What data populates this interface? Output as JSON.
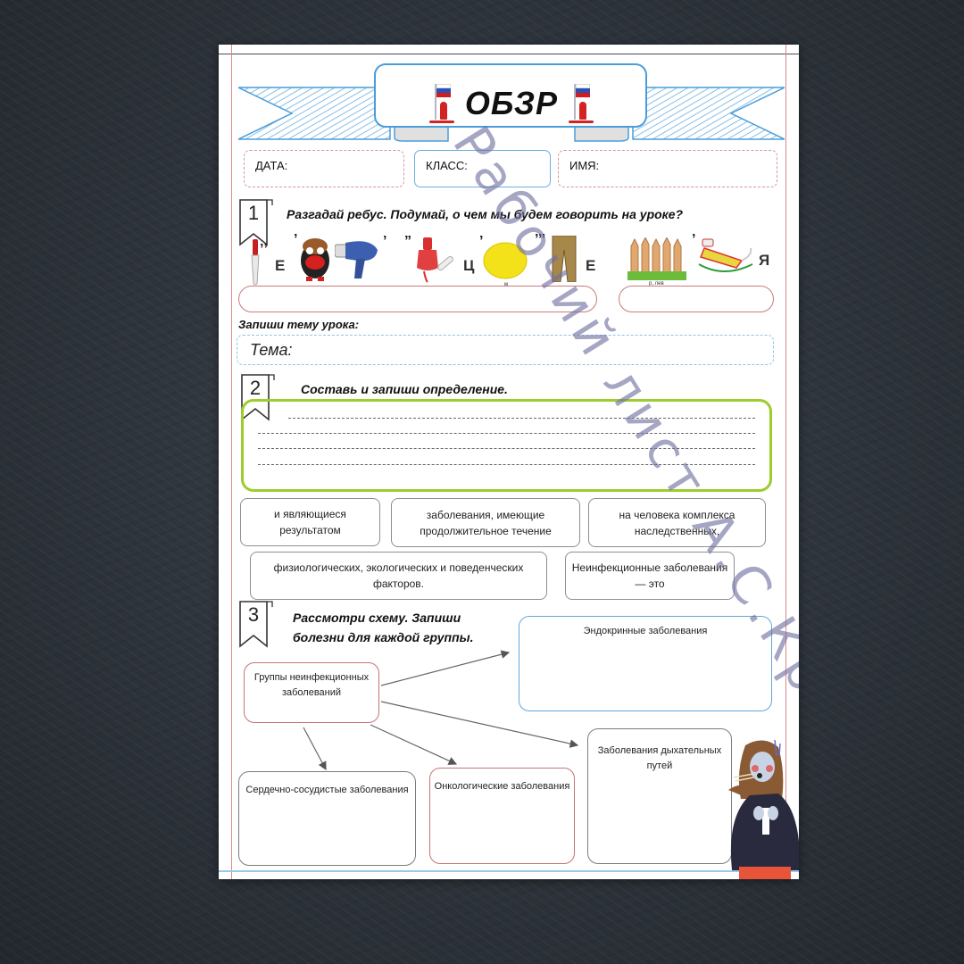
{
  "header": {
    "subject_title": "ОБЗР",
    "flag_icon": "russian-flag-soldier-icon"
  },
  "info_fields": {
    "date_label": "ДАТА:",
    "class_label": "КЛАСС:",
    "name_label": "ИМЯ:"
  },
  "task1": {
    "number": "1",
    "title": "Разгадай ребус. Подумай, о чем мы будем говорить на уроке?",
    "rebus_word1": [
      {
        "type": "image",
        "icon": "knife-icon",
        "commas": "‚‚"
      },
      {
        "type": "letter",
        "value": "Е"
      },
      {
        "type": "image",
        "icon": "penguin-pilot-icon",
        "commas": "’"
      },
      {
        "type": "image",
        "icon": "hair-dryer-icon",
        "commas": "’"
      },
      {
        "type": "image",
        "icon": "nail-polish-icon",
        "commas": "”"
      },
      {
        "type": "letter",
        "value": "Ц"
      },
      {
        "type": "image",
        "icon": "lemon-icon",
        "commas": "’",
        "sub": "м"
      },
      {
        "type": "image",
        "icon": "trousers-icon",
        "commas": "’’’"
      },
      {
        "type": "letter",
        "value": "Е"
      }
    ],
    "rebus_word2": [
      {
        "type": "image",
        "icon": "fence-icon",
        "sub": "р, лев"
      },
      {
        "type": "image",
        "icon": "sled-icon",
        "commas": "’"
      },
      {
        "type": "letter",
        "value": "Я"
      }
    ],
    "theme_prompt": "Запиши тему урока:",
    "theme_field_label": "Тема:"
  },
  "task2": {
    "number": "2",
    "title": "Составь и запиши определение.",
    "fragments": [
      "и являющиеся результатом",
      "заболевания, имеющие продолжительное течение",
      "на человека комплекса наследственных,",
      "физиологических, экологических и поведенческих факторов.",
      "Неинфекционные заболевания — это"
    ],
    "answer_lines": 4
  },
  "task3": {
    "number": "3",
    "title_line1": "Рассмотри схему. Запиши",
    "title_line2": "болезни для каждой группы.",
    "center_node": "Группы неинфекционных заболеваний",
    "groups": [
      "Эндокринные заболевания",
      "Заболевания дыхательных путей",
      "Онкологические заболевания",
      "Сердечно-сосудистые заболевания"
    ]
  },
  "illustration": "coughing-girl-illustration",
  "watermark": "Рабочий лист А.С.Крыциной",
  "colors": {
    "background": "#30363e",
    "accent_blue": "#63a8dc",
    "accent_red": "#c77373",
    "accent_green": "#9ccd2d",
    "watermark": "#6e6ea0"
  }
}
